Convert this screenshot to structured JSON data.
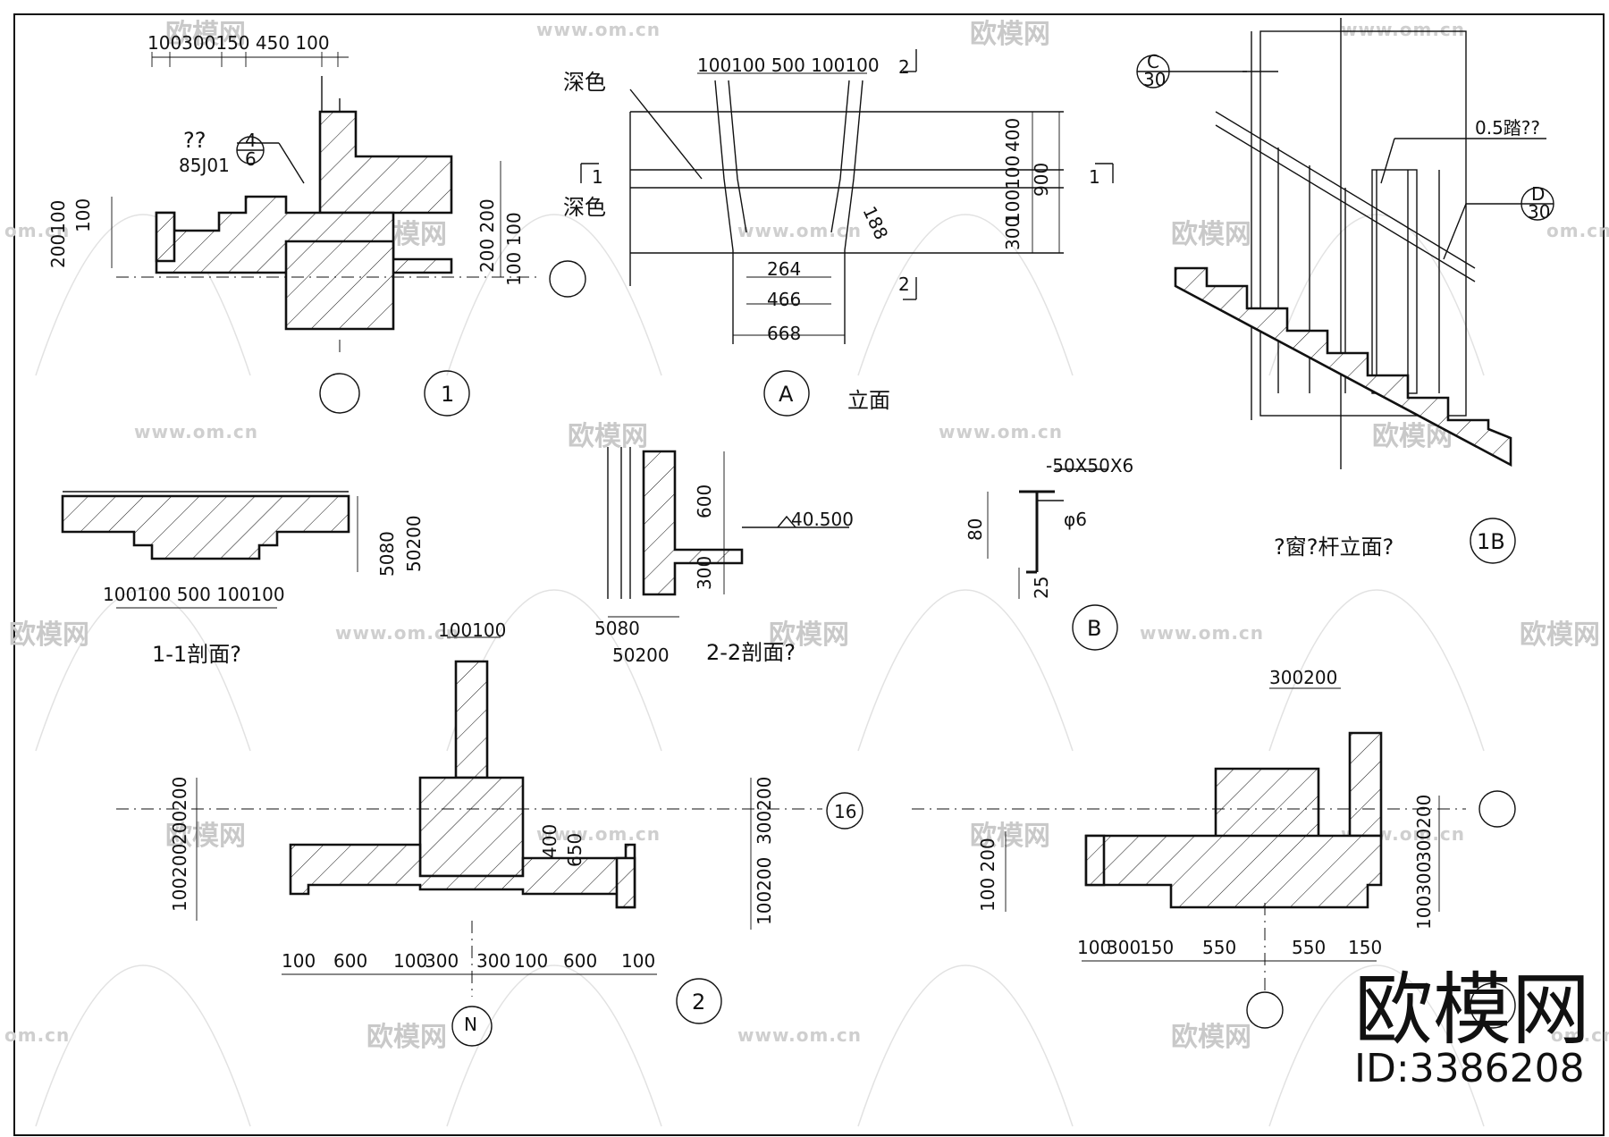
{
  "detail_1": {
    "top_dims": "100300150 450 100",
    "ref_top": "??",
    "ref_code": "85J01",
    "ref_num": "4",
    "ref_sheet": "6",
    "left_dims": "200100",
    "left_dims2": "100",
    "right_dims": "200 200",
    "right_dims2": "100 100",
    "tag": "1"
  },
  "detail_A": {
    "top_dims": "100100 500 100100",
    "label_dark_top": "深色",
    "label_dark_bottom": "深色",
    "section_1_left": "1",
    "section_1_right": "1",
    "section_2_top": "2",
    "section_2_bottom": "2",
    "right_dims": "400",
    "right_dims_b": "100100",
    "right_dims_c": "300",
    "right_total": "900",
    "slope_dim": "188",
    "bottom_dim_1": "264",
    "bottom_dim_2": "466",
    "bottom_dim_3": "668",
    "tag": "A",
    "caption": "立面"
  },
  "detail_1B": {
    "ref_c_top": "C",
    "ref_c_bottom": "30",
    "note": "0.5踏??",
    "ref_d_top": "D",
    "ref_d_bottom": "30",
    "caption": "?窗?杆立面?",
    "tag": "1B"
  },
  "section_1_1": {
    "right_dims": "5080",
    "right_dims2": "50200",
    "bottom_dims": "100100 500 100100",
    "caption": "1-1剖面?"
  },
  "section_2_2": {
    "dim_600": "600",
    "dim_300": "300",
    "level": "40.500",
    "bottom_dims": "5080",
    "bottom_dims2": "50200",
    "caption": "2-2剖面?"
  },
  "detail_B": {
    "angle": "-50X50X6",
    "rod": "φ6",
    "height": "80",
    "leg": "25",
    "tag": "B"
  },
  "detail_2": {
    "top_dims": "100100",
    "left_dims": "200200",
    "left_dims2": "100200",
    "right_dims": "300200",
    "right_dims2": "100200",
    "mid_dims": "400",
    "mid_dims2": "650",
    "axis": "16",
    "bottom_dims": [
      "100",
      "600",
      "100",
      "300",
      "300",
      "100",
      "600",
      "100"
    ],
    "north": "N",
    "tag": "2"
  },
  "detail_3": {
    "top_dims": "300200",
    "left_dims": "100 200",
    "right_dims": "300200",
    "right_dims2": "100300",
    "bottom_dims": [
      "100",
      "300",
      "150",
      "550",
      "550",
      "150"
    ]
  },
  "watermark": {
    "brand": "欧模网",
    "url": "www.om.cn",
    "url_short": "om.cn",
    "id": "ID:3386208"
  }
}
